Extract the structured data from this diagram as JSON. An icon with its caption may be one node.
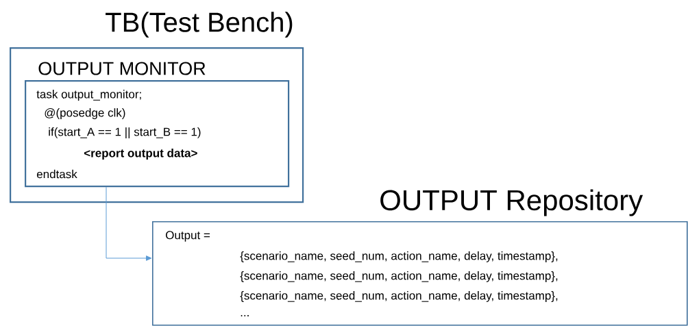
{
  "diagram": {
    "nodes": [
      {
        "text": [
          "TB(Test Bench)",
          "OUTPUT MONITOR"
        ]
      },
      {
        "text": [
          "task output_monitor;",
          "@(posedge clk)",
          "if(start_A == 1 || start_B == 1)",
          "<report output data>",
          "endtask"
        ],
        "in": 0
      },
      {
        "text": [
          "OUTPUT Repository",
          "Output =",
          "{scenario_name, seed_num, action_name, delay, timestamp},",
          "{scenario_name, seed_num, action_name, delay, timestamp},",
          "{scenario_name, seed_num, action_name, delay, timestamp},",
          "..."
        ]
      }
    ],
    "edges": [
      {
        "from": 1,
        "to": 2,
        "arrow": "to"
      }
    ]
  }
}
